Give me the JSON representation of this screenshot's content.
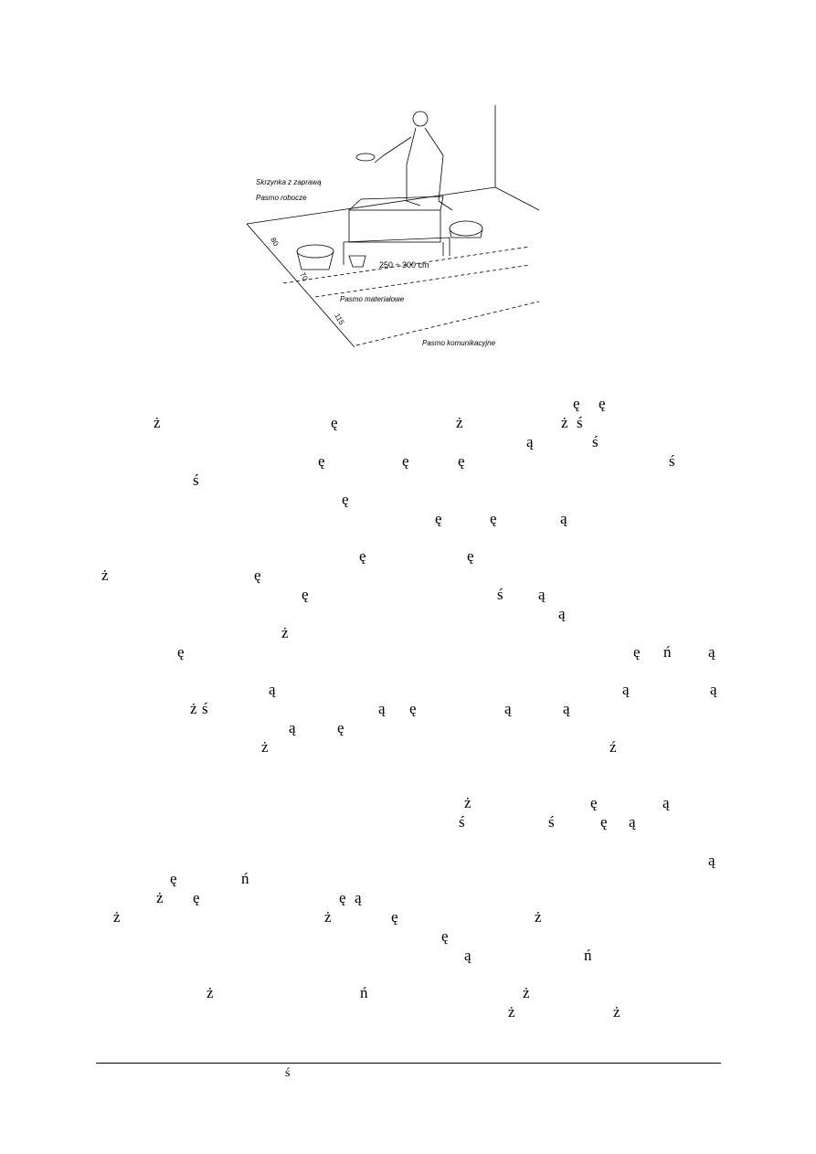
{
  "figure": {
    "labels": {
      "mortar_box": "Skrzynka z zaprawą",
      "work_strip": "Pasmo robocze",
      "material_strip": "Pasmo materiałowe",
      "communication_strip": "Pasmo komunikacyjne",
      "length": "250 ÷ 300 cm",
      "dim_80": "80",
      "dim_70": "70",
      "dim_115": "115"
    }
  },
  "body_glyphs": [
    "ę",
    "ę",
    "ż",
    "ę",
    "ż",
    "ż",
    "ś",
    "ą",
    "ś",
    "ę",
    "ę",
    "ę",
    "ś",
    "ś",
    "ę",
    "ę",
    "ę",
    "ą",
    "ę",
    "ę",
    "ż",
    "ę",
    "ę",
    "ś",
    "ą",
    "ą",
    "ż",
    "ę",
    "ę",
    "ń",
    "ą",
    "ą",
    "ą",
    "ą",
    "ż",
    "ś",
    "ą",
    "ę",
    "ą",
    "ą",
    "ą",
    "ę",
    "ż",
    "ź",
    "ż",
    "ę",
    "ą",
    "ś",
    "ś",
    "ę",
    "ą",
    "ą",
    "ę",
    "ń",
    "ż",
    "ę",
    "ę",
    "ą",
    "ż",
    "ż",
    "ę",
    "ż",
    "ę",
    "ą",
    "ń",
    "ż",
    "ń",
    "ż",
    "ż",
    "ż"
  ],
  "footnote_glyphs": [
    "ś"
  ]
}
